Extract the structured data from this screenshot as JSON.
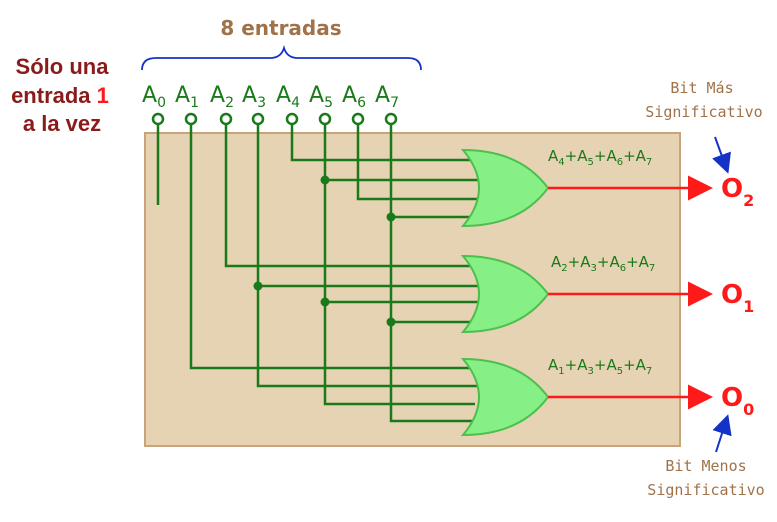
{
  "colors": {
    "brown": "#a0724a",
    "dark_red": "#8b1a1a",
    "red": "#ff1a1a",
    "green": "#1a7a1a",
    "gate_fill": "#86ef86",
    "board_fill": "#e6d3b3",
    "board_border": "#c9a37a",
    "blue": "#1432c8"
  },
  "header": {
    "title": "8 entradas"
  },
  "side_note": {
    "line1": "Sólo una",
    "line2": "entrada",
    "line2_num": "1",
    "line3": "a la vez"
  },
  "inputs": [
    {
      "letter": "A",
      "sub": "0"
    },
    {
      "letter": "A",
      "sub": "1"
    },
    {
      "letter": "A",
      "sub": "2"
    },
    {
      "letter": "A",
      "sub": "3"
    },
    {
      "letter": "A",
      "sub": "4"
    },
    {
      "letter": "A",
      "sub": "5"
    },
    {
      "letter": "A",
      "sub": "6"
    },
    {
      "letter": "A",
      "sub": "7"
    }
  ],
  "gates": [
    {
      "expr_terms": [
        "4",
        "5",
        "6",
        "7"
      ],
      "output": {
        "letter": "O",
        "sub": "2"
      }
    },
    {
      "expr_terms": [
        "2",
        "3",
        "6",
        "7"
      ],
      "output": {
        "letter": "O",
        "sub": "1"
      }
    },
    {
      "expr_terms": [
        "1",
        "3",
        "5",
        "7"
      ],
      "output": {
        "letter": "O",
        "sub": "0"
      }
    }
  ],
  "msb_note": {
    "line1": "Bit Más",
    "line2": "Significativo"
  },
  "lsb_note": {
    "line1": "Bit Menos",
    "line2": "Significativo"
  }
}
